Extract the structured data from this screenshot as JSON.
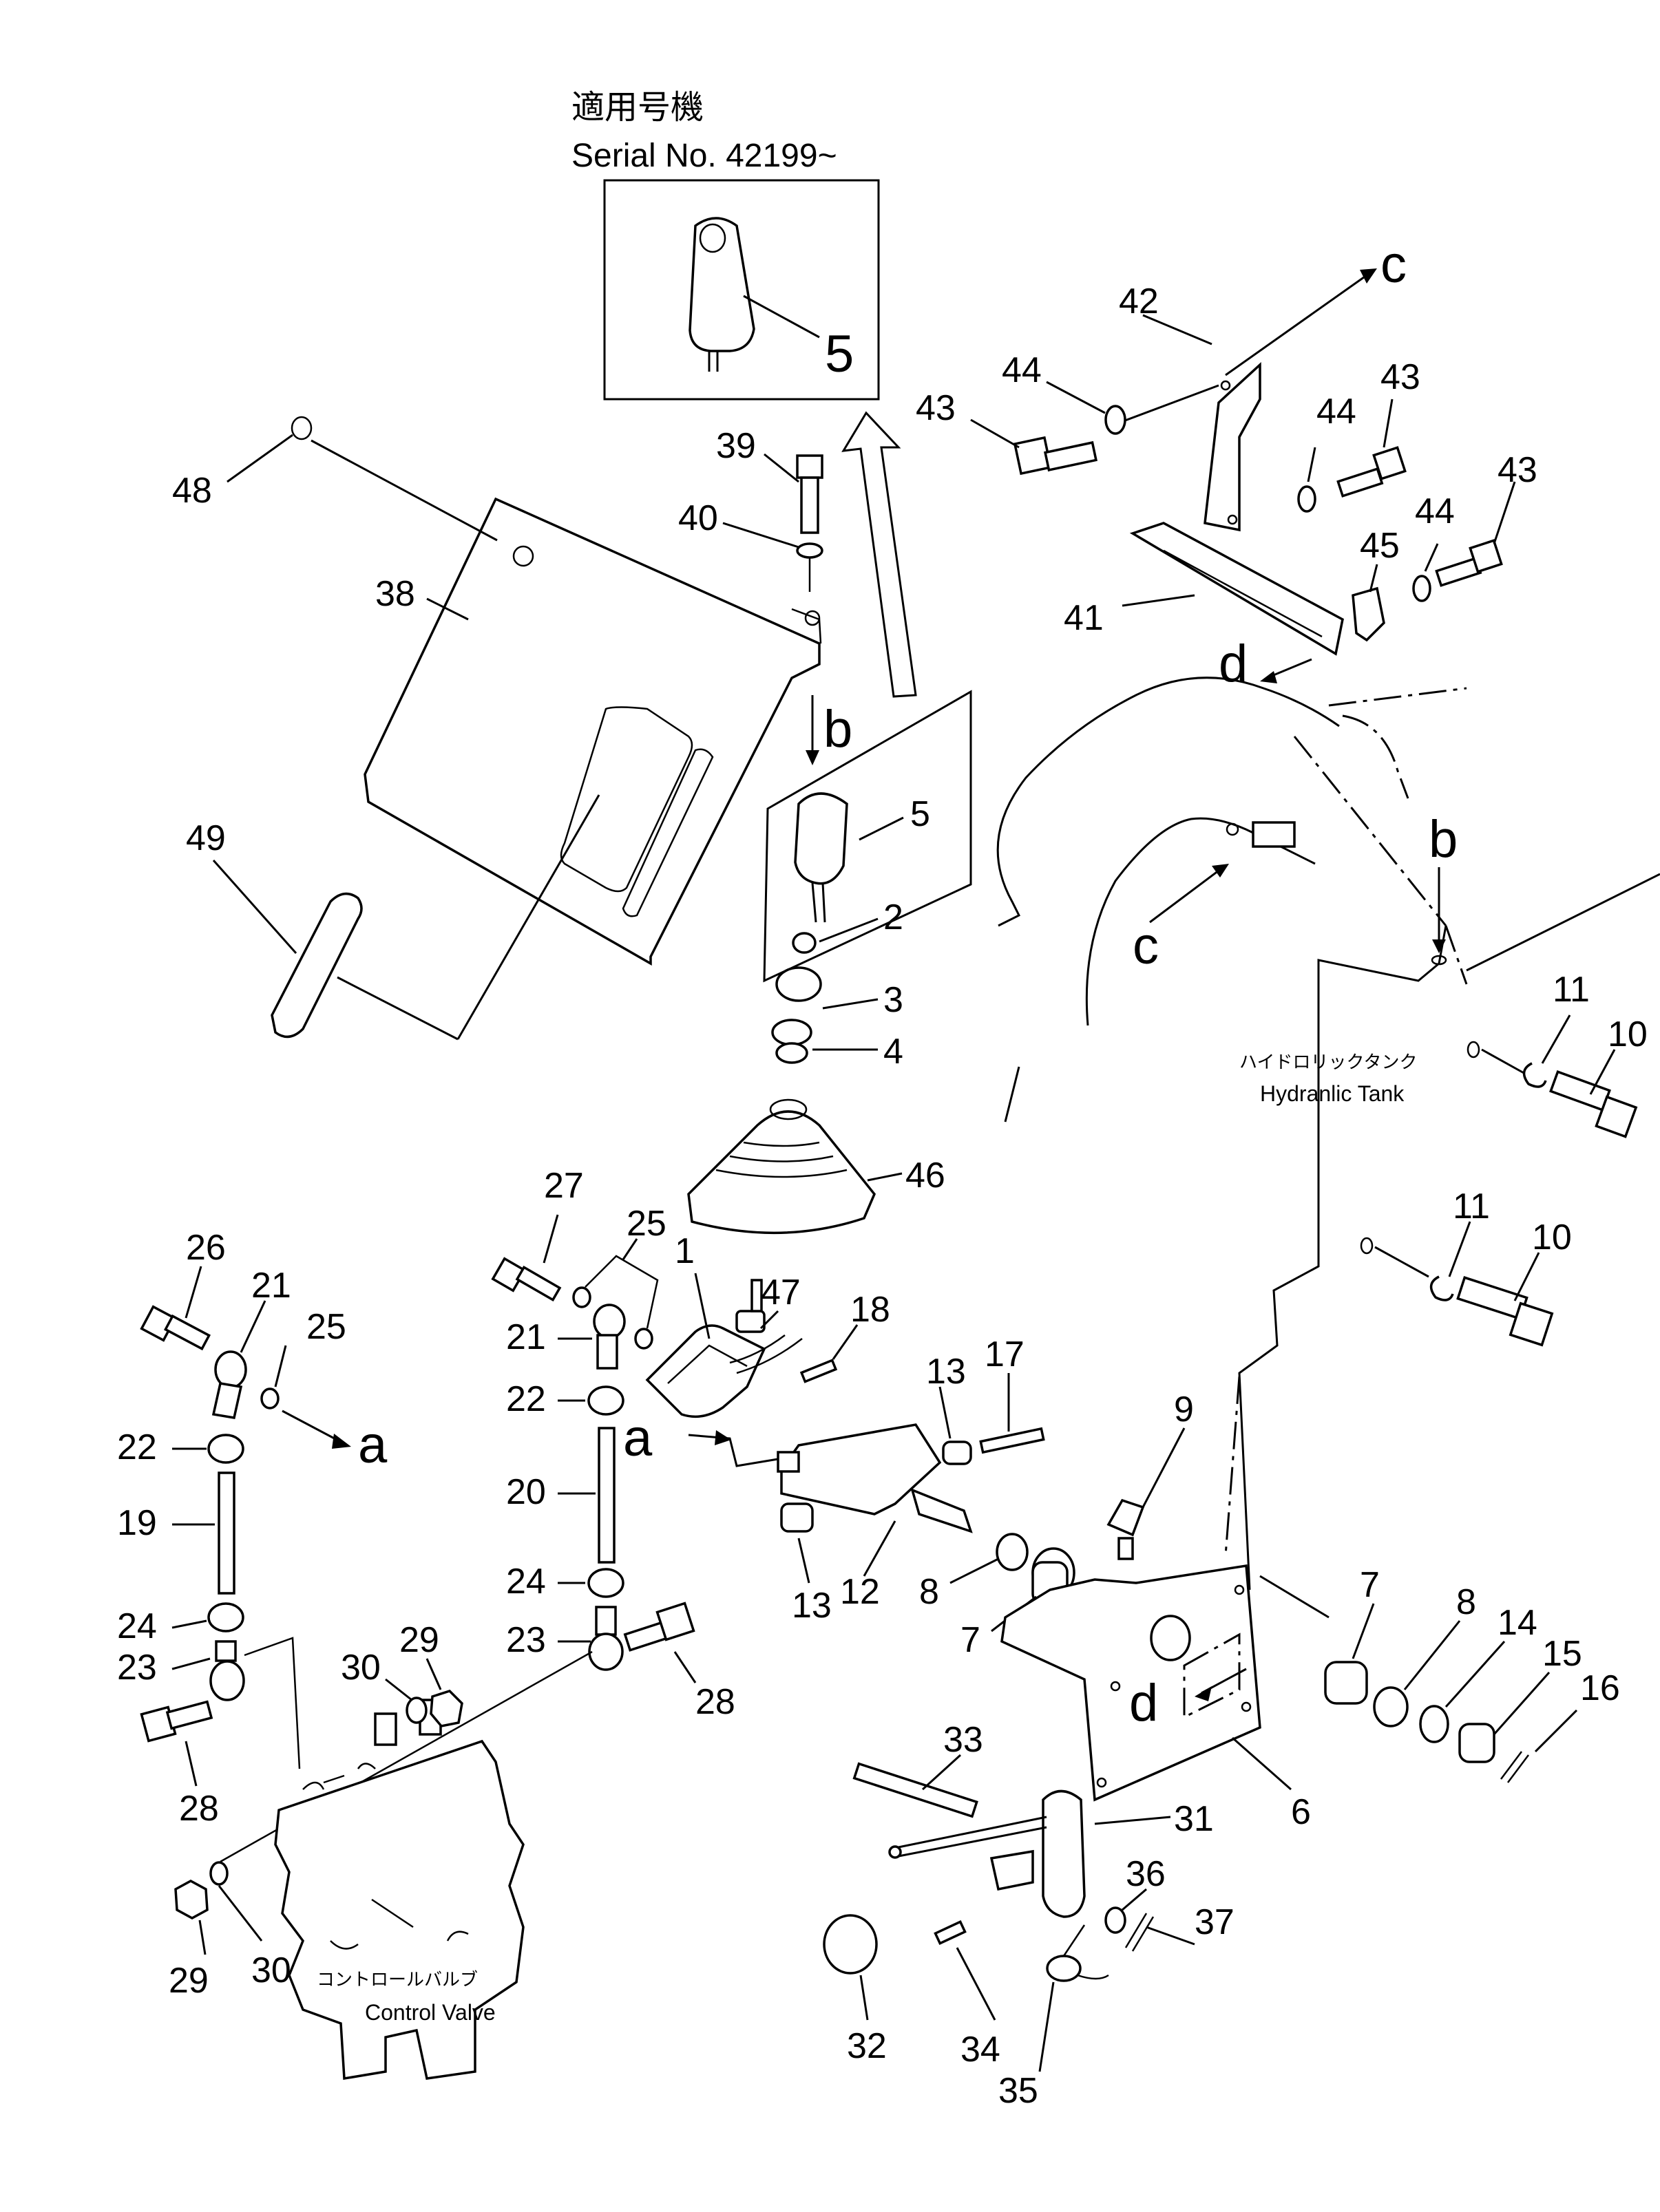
{
  "header": {
    "title_jp": "適用号機",
    "serial": "Serial No. 42199~"
  },
  "notes": {
    "hydraulic_tank_jp": "ハイドロリックタンク",
    "hydraulic_tank_en": "Hydranlic Tank",
    "control_valve_jp": "コントロールバルブ",
    "control_valve_en": "Control Valve"
  },
  "refs": {
    "a": "a",
    "b": "b",
    "c": "c",
    "d": "d"
  },
  "part_numbers": [
    "1",
    "2",
    "3",
    "4",
    "5",
    "6",
    "7",
    "8",
    "9",
    "10",
    "11",
    "12",
    "13",
    "14",
    "15",
    "16",
    "17",
    "18",
    "19",
    "20",
    "21",
    "22",
    "23",
    "24",
    "25",
    "26",
    "27",
    "28",
    "29",
    "30",
    "31",
    "32",
    "33",
    "34",
    "35",
    "36",
    "37",
    "38",
    "39",
    "40",
    "41",
    "42",
    "43",
    "44",
    "45",
    "46",
    "47",
    "48",
    "49"
  ]
}
